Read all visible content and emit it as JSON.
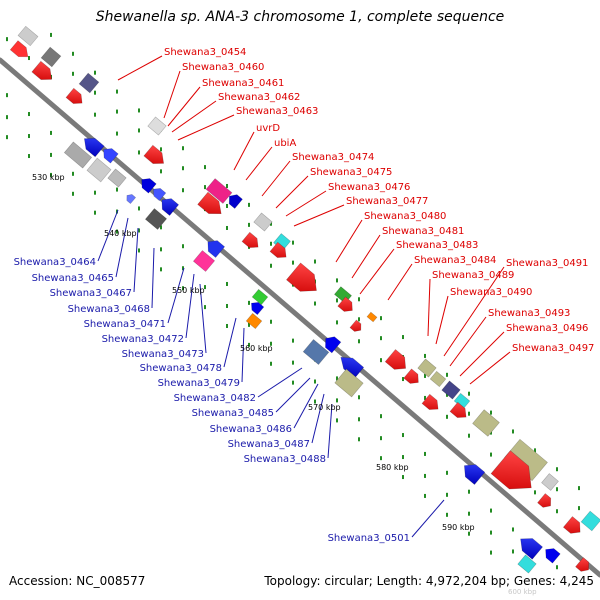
{
  "title": "Shewanella sp. ANA-3 chromosome 1, complete sequence",
  "accession": "Accession: NC_008577",
  "topology": "Topology: circular; Length: 4,972,204 bp; Genes: 4,245",
  "faint_tick": "600 kbp",
  "colors": {
    "forward_label": "#dd0000",
    "reverse_label": "#1a1aaa",
    "backbone": "#808080",
    "forward_gene": "#ee0000",
    "reverse_gene": "#0000ee",
    "cds_dot": "#228b22"
  },
  "ticks": [
    "530 kbp",
    "540 kbp",
    "550 kbp",
    "560 kbp",
    "570 kbp",
    "580 kbp",
    "590 kbp"
  ],
  "forward_labels": [
    "Shewana3_0454",
    "Shewana3_0460",
    "Shewana3_0461",
    "Shewana3_0462",
    "Shewana3_0463",
    "uvrD",
    "ubiA",
    "Shewana3_0474",
    "Shewana3_0475",
    "Shewana3_0476",
    "Shewana3_0477",
    "Shewana3_0480",
    "Shewana3_0481",
    "Shewana3_0483",
    "Shewana3_0484",
    "Shewana3_0489",
    "Shewana3_0490",
    "Shewana3_0491",
    "Shewana3_0493",
    "Shewana3_0496",
    "Shewana3_0497"
  ],
  "reverse_labels": [
    "Shewana3_0464",
    "Shewana3_0465",
    "Shewana3_0467",
    "Shewana3_0468",
    "Shewana3_0471",
    "Shewana3_0472",
    "Shewana3_0473",
    "Shewana3_0478",
    "Shewana3_0479",
    "Shewana3_0482",
    "Shewana3_0485",
    "Shewana3_0486",
    "Shewana3_0487",
    "Shewana3_0488",
    "Shewana3_0501"
  ]
}
